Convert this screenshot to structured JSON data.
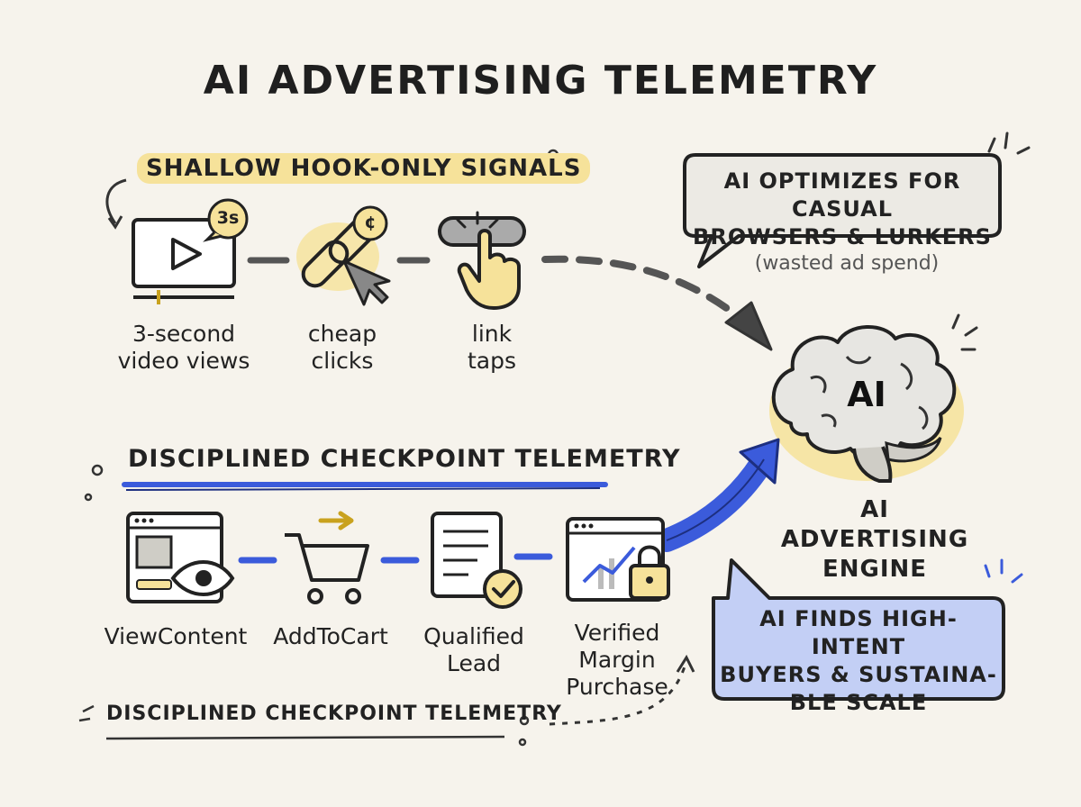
{
  "title": "AI ADVERTISING TELEMETRY",
  "shallow": {
    "heading": "SHALLOW HOOK-ONLY SIGNALS",
    "video_badge": "3s",
    "click_badge": "¢",
    "steps": [
      {
        "icon": "video-play-icon",
        "line1": "3-second",
        "line2": "video views"
      },
      {
        "icon": "chain-link-cursor-icon",
        "line1": "cheap",
        "line2": "clicks"
      },
      {
        "icon": "finger-tap-icon",
        "line1": "link",
        "line2": "taps"
      }
    ],
    "bubble_line1": "AI OPTIMIZES FOR CASUAL",
    "bubble_line2": "BROWSERS & LURKERS",
    "note": "(wasted ad spend)"
  },
  "disciplined": {
    "heading": "DISCIPLINED CHECKPOINT TELEMETRY",
    "steps": [
      {
        "icon": "browser-eye-icon",
        "line1": "ViewContent",
        "line2": "",
        "line3": ""
      },
      {
        "icon": "shopping-cart-icon",
        "line1": "AddToCart",
        "line2": "",
        "line3": ""
      },
      {
        "icon": "document-check-icon",
        "line1": "Qualified",
        "line2": "Lead",
        "line3": ""
      },
      {
        "icon": "chart-lock-icon",
        "line1": "Verified",
        "line2": "Margin",
        "line3": "Purchase"
      }
    ],
    "bubble_line1": "AI FINDS HIGH-INTENT",
    "bubble_line2": "BUYERS & SUSTAINA-",
    "bubble_line3": "BLE SCALE",
    "footer": "DISCIPLINED CHECKPOINT TELEMETRY"
  },
  "engine": {
    "brain_text": "AI",
    "line1": "AI ADVERTISING",
    "line2": "ENGINE"
  },
  "colors": {
    "background": "#f6f3ec",
    "highlight_yellow": "#f6e29a",
    "accent_blue": "#3b5bdb",
    "blue_bubble": "#c3cff5",
    "gray_bubble": "#eceae4",
    "ink": "#222222"
  }
}
